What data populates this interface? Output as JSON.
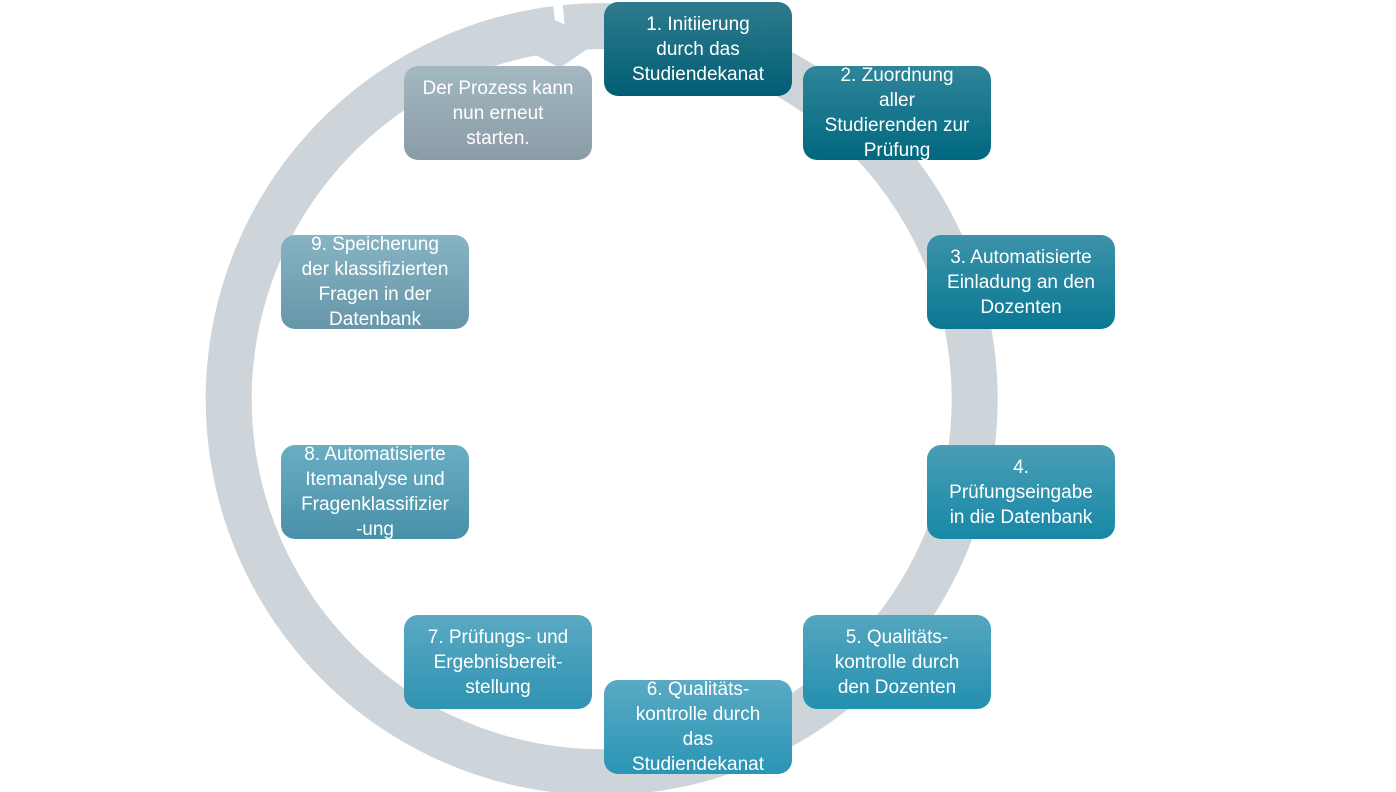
{
  "diagram": {
    "type": "cycle",
    "ring_color": "#cdd5db",
    "steps": [
      {
        "label": "1. Initiierung\ndurch das\nStudiendekanat",
        "color_top": "#2f7b8d",
        "color_bottom": "#005e74"
      },
      {
        "label": "2. Zuordnung\naller\nStudierenden zur\nPrüfung",
        "color_top": "#30859a",
        "color_bottom": "#00687f"
      },
      {
        "label": "3. Automatisierte\nEinladung an den\nDozenten",
        "color_top": "#3c93aa",
        "color_bottom": "#0a7893"
      },
      {
        "label": "4.\nPrüfungseingabe\nin die Datenbank",
        "color_top": "#4a9eb6",
        "color_bottom": "#1788a6"
      },
      {
        "label": "5. Qualitäts-\nkontrolle durch\nden Dozenten",
        "color_top": "#55a6bf",
        "color_bottom": "#2390b0"
      },
      {
        "label": "6. Qualitäts-\nkontrolle durch\ndas\nStudiendekanat",
        "color_top": "#5aaac3",
        "color_bottom": "#2a95b5"
      },
      {
        "label": "7. Prüfungs- und\nErgebnisbereit-\nstellung",
        "color_top": "#5aa9c2",
        "color_bottom": "#2f93b2"
      },
      {
        "label": "8. Automatisierte\nItemanalyse und\nFragenklassifizier\n-ung",
        "color_top": "#6aaec3",
        "color_bottom": "#4890a8"
      },
      {
        "label": "9. Speicherung\nder klassifizierten\nFragen in der\nDatenbank",
        "color_top": "#87b4c4",
        "color_bottom": "#6696a8"
      },
      {
        "label": "Der Prozess kann\nnun erneut\nstarten.",
        "color_top": "#a4b8c1",
        "color_bottom": "#8a9ca6"
      }
    ]
  }
}
